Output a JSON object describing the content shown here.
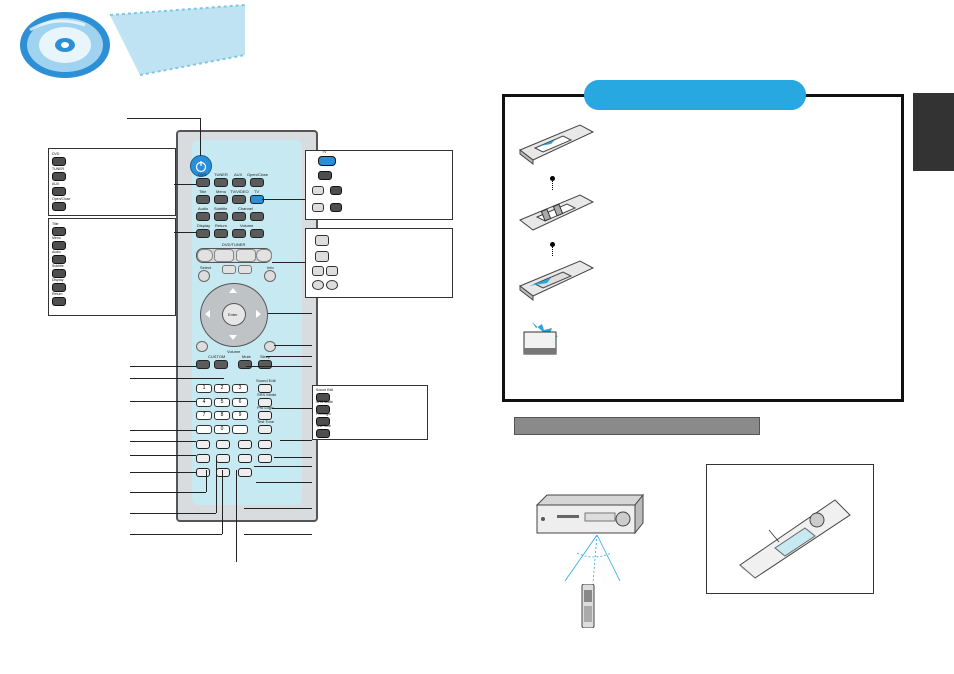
{
  "remote": {
    "top_left_callout": [
      {
        "label": "DVD"
      },
      {
        "label": "TUNER"
      },
      {
        "label": "AUX"
      },
      {
        "label": "Open/Close"
      }
    ],
    "left_callout": [
      {
        "label": "Title"
      },
      {
        "label": "Menu"
      },
      {
        "label": "Audio"
      },
      {
        "label": "Subtitle"
      },
      {
        "label": "Display"
      },
      {
        "label": "Return"
      }
    ],
    "top_right_callout": [
      {
        "label": "TV"
      },
      {
        "label": ""
      },
      {
        "label": ""
      },
      {
        "label": ""
      }
    ],
    "right_lower_callout": [
      {
        "label": "Sound Edit"
      },
      {
        "label": "SRS Mode"
      },
      {
        "label": "Pro Logic"
      },
      {
        "label": "Test Tone"
      }
    ],
    "button_labels": {
      "dvd": "DVD",
      "tuner": "TUNER",
      "aux": "AUX",
      "open_close": "Open/Close",
      "title": "Title",
      "menu": "Menu",
      "tv_video": "TV/VIDEO",
      "tv": "TV",
      "audio": "Audio",
      "subtitle": "Subtitle",
      "channel": "Channel",
      "display": "Display",
      "return": "Return",
      "volume_top": "Volume",
      "dvd_tuner": "DVD/TUNER",
      "select": "Select",
      "info": "Info",
      "enter": "Enter",
      "volume": "Volume",
      "custom": "CUSTOM",
      "mute": "Mute",
      "sleep": "Sleep",
      "sound_edit": "Sound Edit",
      "srs_mode": "SRS Mode",
      "pro_logic": "Pro Logic",
      "test_tone": "Test Tone"
    },
    "numpad": [
      "1",
      "2",
      "3",
      "4",
      "5",
      "6",
      "7",
      "8",
      "9",
      "",
      "0",
      ""
    ]
  },
  "colors": {
    "accent_blue": "#27a8e0",
    "remote_panel": "#c7e9f1",
    "remote_case": "#d9dcde",
    "dark_tab": "#333333",
    "grey_bar": "#8a8a8a"
  },
  "icons": [
    "disc-graphic-icon",
    "power-icon",
    "battery-open-icon",
    "battery-insert-icon",
    "battery-close-icon",
    "warning-battery-icon",
    "av-receiver-icon",
    "remote-small-icon",
    "remote-angled-icon"
  ]
}
